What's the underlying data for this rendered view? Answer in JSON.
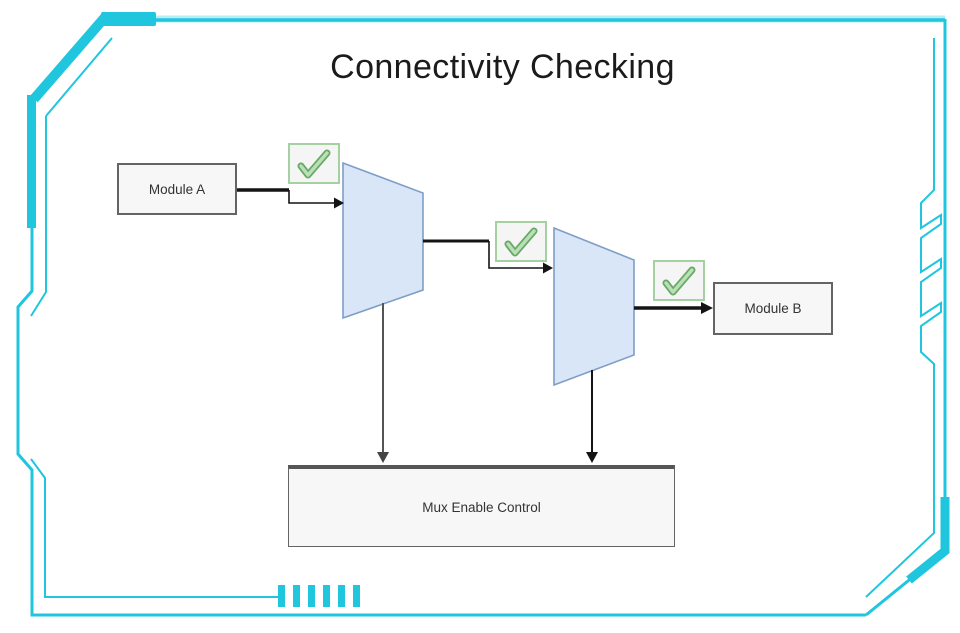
{
  "title": "Connectivity Checking",
  "frame": {
    "style": "hud-border",
    "colors": {
      "accent": "#1fc6de",
      "accent_light": "#b9ecf4"
    }
  },
  "diagram": {
    "colors": {
      "mux_fill": "#d9e6f8",
      "mux_stroke": "#7e9ec7",
      "node_fill": "#f7f7f7",
      "node_border": "#646464",
      "check_border": "#a5d0a0",
      "check_green": "#69a967",
      "check_green_light": "#b9e0b6",
      "arrow": "#141414"
    },
    "nodes": [
      {
        "id": "module-a",
        "label": "Module A"
      },
      {
        "id": "module-b",
        "label": "Module B"
      },
      {
        "id": "mux-enable-control",
        "label": "Mux Enable Control"
      }
    ],
    "muxes": [
      {
        "id": "mux-1"
      },
      {
        "id": "mux-2"
      }
    ],
    "checks": [
      {
        "id": "check-1",
        "icon": "check-icon"
      },
      {
        "id": "check-2",
        "icon": "check-icon"
      },
      {
        "id": "check-3",
        "icon": "check-icon"
      }
    ]
  }
}
